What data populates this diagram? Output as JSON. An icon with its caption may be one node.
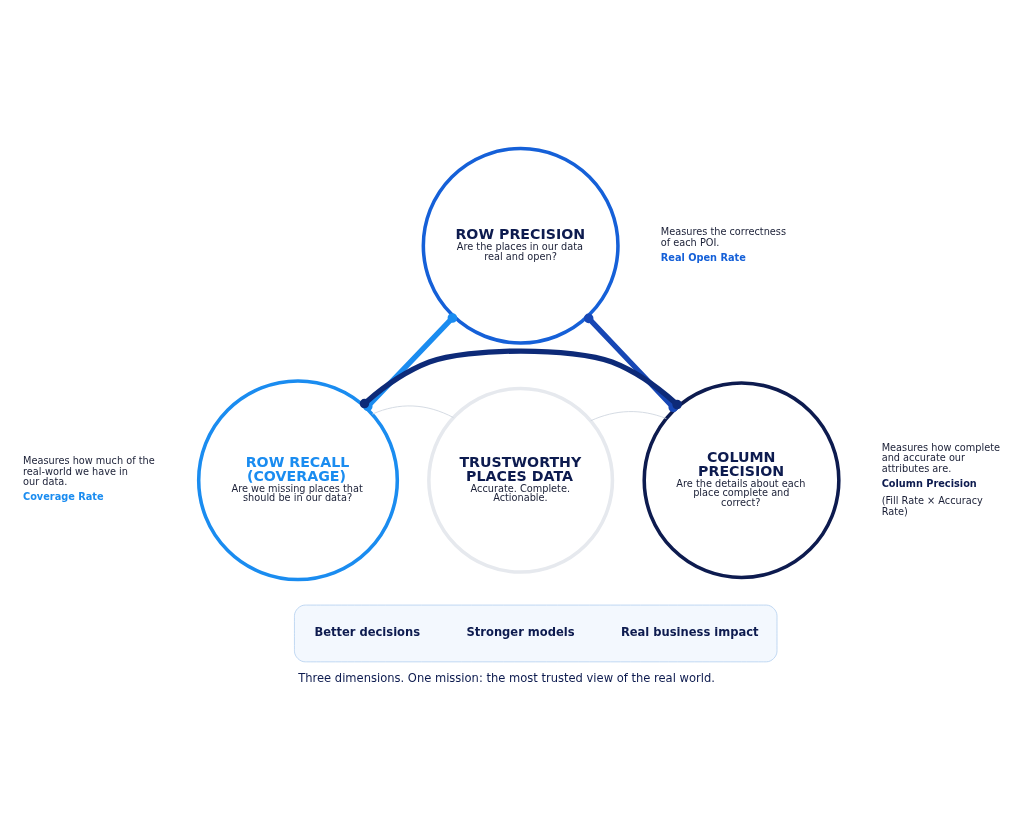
{
  "diagram": {
    "caption": "Three dimensions. One mission: the most trusted view of the real world.",
    "nodes": [
      {
        "text": [
          "ROW PRECISION",
          "Are the places in our data real and open?"
        ],
        "beside": [
          "Measures the correctness of each POI.",
          "Real Open Rate"
        ]
      },
      {
        "text": [
          "TRUSTWORTHY PLACES DATA",
          "Accurate. Complete. Actionable."
        ]
      },
      {
        "text": [
          "ROW RECALL (COVERAGE)",
          "Are we missing places that should be in our data?"
        ],
        "beside": [
          "Measures how much of the real-world we have in our data.",
          "Coverage Rate"
        ]
      },
      {
        "text": [
          "COLUMN PRECISION",
          "Are the details about each place complete and correct?"
        ],
        "beside": [
          "Measures how complete and accurate our attributes are.",
          "Column Precision",
          "(Fill Rate × Accuracy Rate)"
        ]
      },
      {
        "text": [],
        "shape": "box"
      },
      {
        "text": [
          "Better decisions"
        ],
        "in": 4
      },
      {
        "text": [
          "Stronger models"
        ],
        "in": 4
      },
      {
        "text": [
          "Real business impact"
        ],
        "in": 4
      }
    ],
    "edges": [
      {
        "from": 0,
        "to": 2,
        "arrow": "other",
        "color": "#1a8cf0"
      },
      {
        "from": 0,
        "to": 3,
        "arrow": "other",
        "color": "#1747b5"
      },
      {
        "from": 2,
        "to": 3,
        "arrow": "other",
        "color": "#0d2a78"
      },
      {
        "from": 1,
        "to": 2,
        "arrow": "none",
        "color": "#d0d6df"
      },
      {
        "from": 1,
        "to": 3,
        "arrow": "none",
        "color": "#d0d6df"
      }
    ]
  }
}
